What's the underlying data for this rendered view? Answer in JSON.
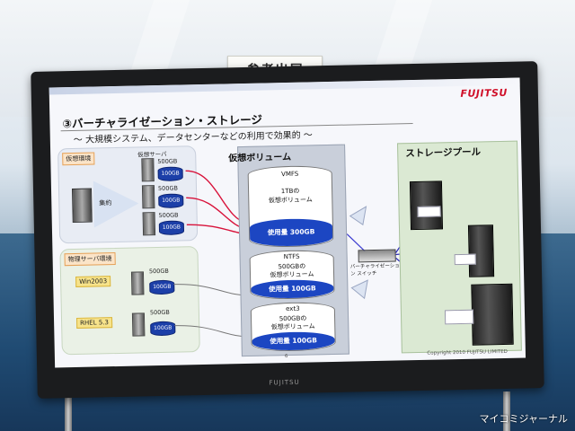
{
  "sign": {
    "text": "参考出展"
  },
  "slide": {
    "logo": "FUJITSU",
    "title": "③バーチャライゼーション・ストレージ",
    "subtitle": "～ 大規模システム、データセンターなどの利用で効果的 ～",
    "virtual_env": {
      "tag": "仮想環境",
      "servers_label": "仮想サーバ",
      "consolidate": "集約",
      "rows": [
        {
          "cap": "500GB",
          "disk": "100GB"
        },
        {
          "cap": "500GB",
          "disk": "100GB"
        },
        {
          "cap": "500GB",
          "disk": "100GB"
        }
      ]
    },
    "physical_env": {
      "tag": "物理サーバ環境",
      "servers": [
        {
          "os": "Win2003",
          "cap": "500GB",
          "disk": "100GB"
        },
        {
          "os": "RHEL 5.3",
          "cap": "500GB",
          "disk": "100GB"
        }
      ]
    },
    "volumes": {
      "title": "仮想ボリューム",
      "items": [
        {
          "fs": "VMFS",
          "desc": "1TBの",
          "desc2": "仮想ボリューム",
          "used": "使用量 300GB"
        },
        {
          "fs": "NTFS",
          "desc": "500GBの",
          "desc2": "仮想ボリューム",
          "used": "使用量 100GB"
        },
        {
          "fs": "ext3",
          "desc": "500GBの",
          "desc2": "仮想ボリューム",
          "used": "使用量 100GB"
        }
      ]
    },
    "appliance_label": "バーチャライゼーション スイッチ",
    "pool": {
      "title": "ストレージプール"
    },
    "page": "6",
    "copyright": "Copyright 2010 FUJITSU LIMITED"
  },
  "monitor_brand": "FUJITSU",
  "watermark": "マイコミジャーナル"
}
